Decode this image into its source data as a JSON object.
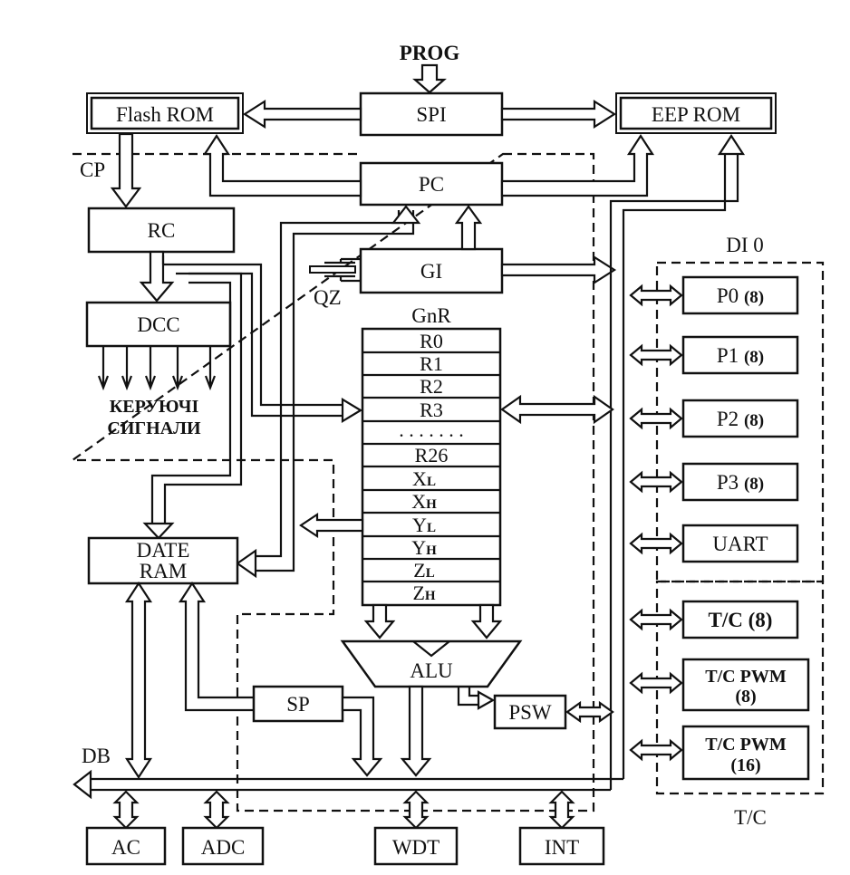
{
  "diagram": {
    "prog": "PROG",
    "flash_rom": "Flash ROM",
    "spi": "SPI",
    "eep_rom": "EEP ROM",
    "cp": "CP",
    "pc": "PC",
    "rc": "RC",
    "gi": "GI",
    "qz": "QZ",
    "dcc": "DCC",
    "control_signals_1": "КЕРУЮЧІ",
    "control_signals_2": "СИГНАЛИ",
    "gnr": "GnR",
    "registers": [
      "R0",
      "R1",
      "R2",
      "R3",
      ". . . . . . .",
      "R26"
    ],
    "pointer_registers": [
      {
        "base": "X",
        "sub": "L"
      },
      {
        "base": "X",
        "sub": "H"
      },
      {
        "base": "Y",
        "sub": "L"
      },
      {
        "base": "Y",
        "sub": "H"
      },
      {
        "base": "Z",
        "sub": "L"
      },
      {
        "base": "Z",
        "sub": "H"
      }
    ],
    "date_ram_1": "DATE",
    "date_ram_2": "RAM",
    "alu": "ALU",
    "sp": "SP",
    "psw": "PSW",
    "db": "DB",
    "ac": "AC",
    "adc": "ADC",
    "wdt": "WDT",
    "int": "INT",
    "dio": "DI 0",
    "ports": [
      {
        "name": "P0",
        "width": "(8)"
      },
      {
        "name": "P1",
        "width": "(8)"
      },
      {
        "name": "P2",
        "width": "(8)"
      },
      {
        "name": "P3",
        "width": "(8)"
      }
    ],
    "uart": "UART",
    "tc8": "T/C",
    "tc8_width": "(8)",
    "tc_pwm8_1": "T/C PWM",
    "tc_pwm8_2": "(8)",
    "tc_pwm16_1": "T/C PWM",
    "tc_pwm16_2": "(16)",
    "tc_group": "T/C"
  }
}
